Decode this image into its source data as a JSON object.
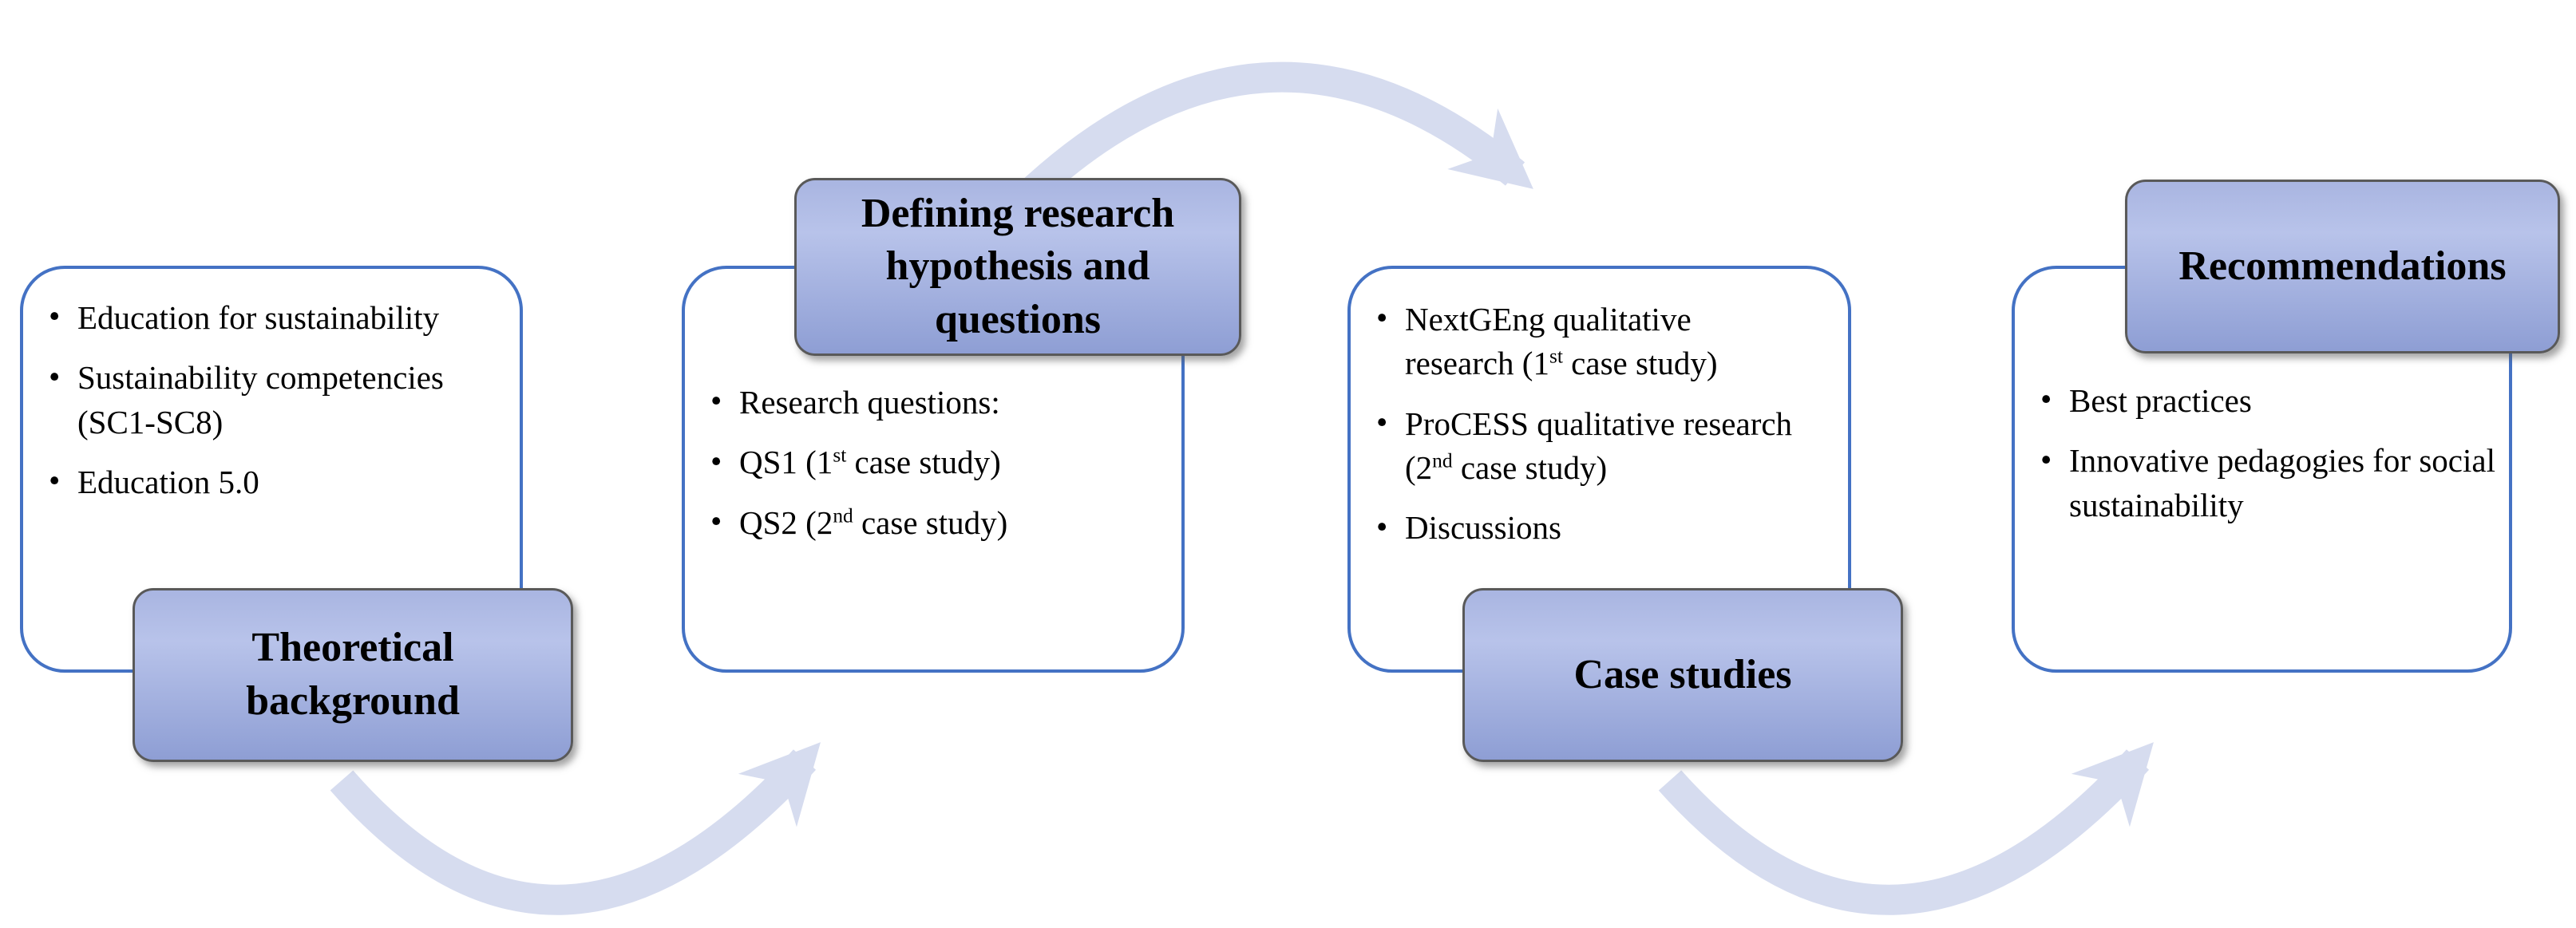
{
  "figure": {
    "type": "process-flow-diagram",
    "stages": [
      {
        "title": "Theoretical background",
        "title_position": "bottom",
        "bullets": [
          "Education for sustainability",
          "Sustainability competencies (SC1-SC8)",
          "Education 5.0"
        ]
      },
      {
        "title": "Defining research hypothesis and questions",
        "title_position": "top",
        "bullets": [
          "Research questions:",
          "QS1 (1st case study)",
          "QS2 (2nd case study)"
        ]
      },
      {
        "title": "Case studies",
        "title_position": "bottom",
        "bullets": [
          "NextGEng qualitative research (1st case study)",
          "ProCESS qualitative research (2nd case study)",
          "Discussions"
        ]
      },
      {
        "title": "Recommendations",
        "title_position": "top",
        "bullets": [
          "Best practices",
          "Innovative pedagogies for social sustainability"
        ]
      }
    ],
    "arrows": [
      {
        "from_stage": 2,
        "to_stage": 3,
        "position": "top",
        "direction": "left-to-right"
      },
      {
        "from_stage": 1,
        "to_stage": 2,
        "position": "bottom",
        "direction": "left-to-right"
      },
      {
        "from_stage": 3,
        "to_stage": 4,
        "position": "bottom",
        "direction": "left-to-right"
      }
    ],
    "colors": {
      "outline_border": "#4472c4",
      "header_border": "#595959",
      "header_fill_top": "#a9b5e1",
      "header_fill_mid": "#b8c3ea",
      "header_fill_bottom": "#8e9ed4",
      "arrow_fill": "#d6dcef",
      "text": "#000000",
      "background": "#ffffff"
    }
  }
}
